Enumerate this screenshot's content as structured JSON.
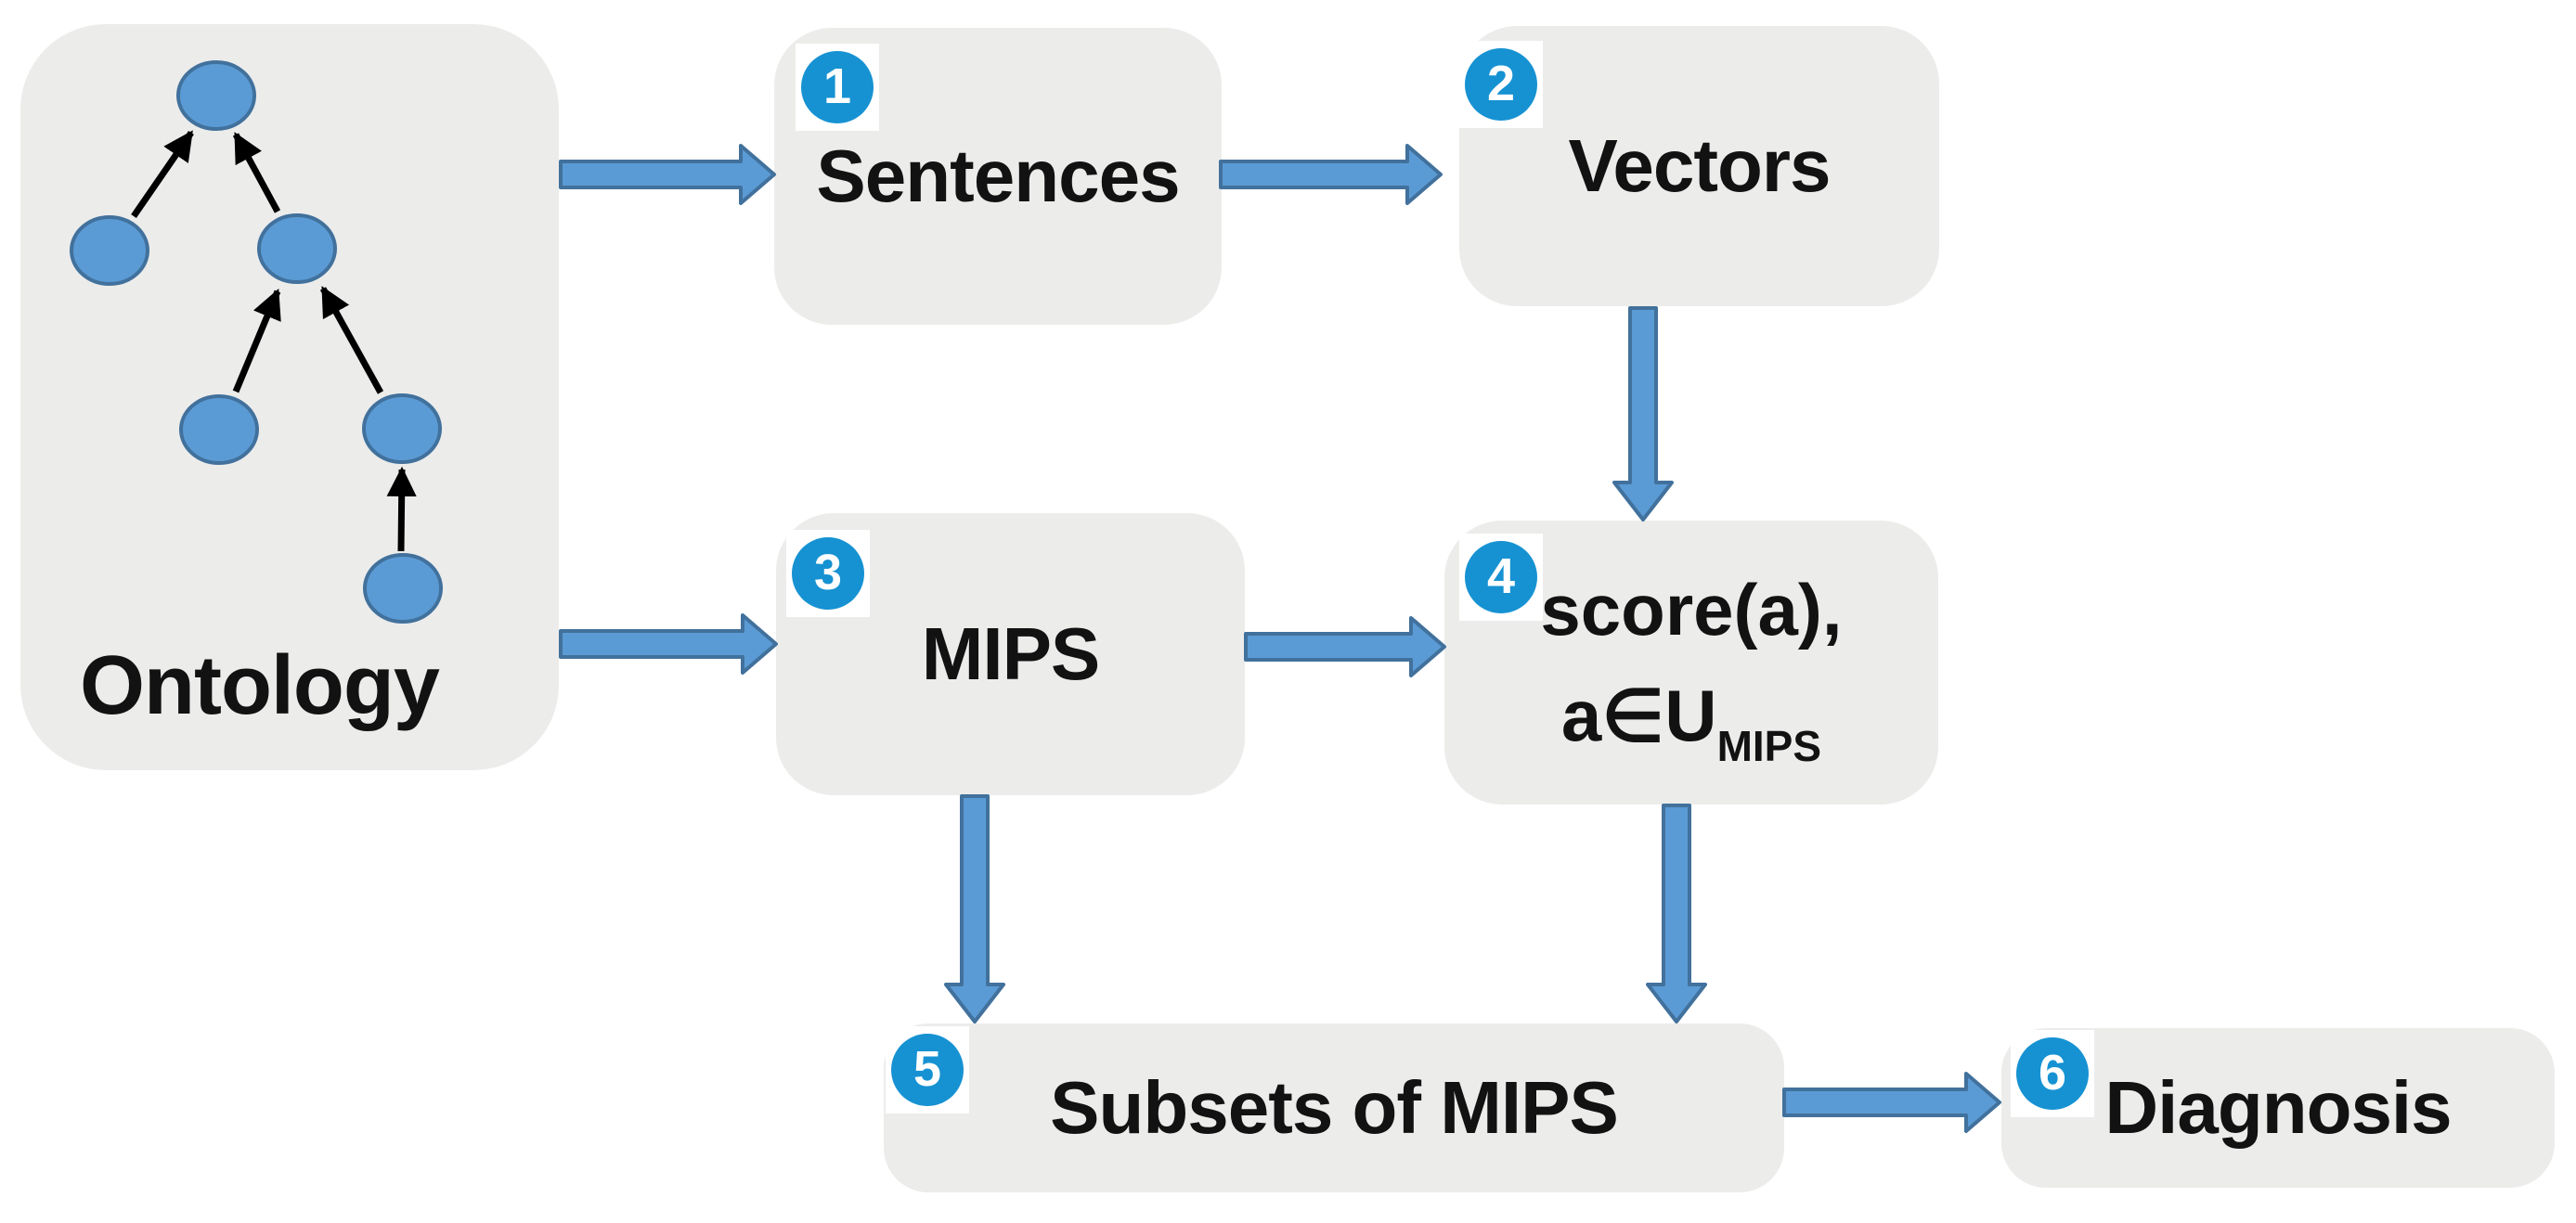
{
  "figure": {
    "type": "flow-diagram",
    "background": "#ffffff"
  },
  "colors": {
    "box_fill": "#ececeb",
    "badge_fill": "#1692d2",
    "badge_text": "#ffffff",
    "label_text": "#121212",
    "arrow_fill": "#5b9bd5",
    "arrow_border": "#41719c",
    "tree_node_fill": "#5b9bd5",
    "tree_node_border": "#41719c",
    "tree_edge": "#000000"
  },
  "boxes": {
    "ontology": {
      "label": "Ontology"
    },
    "sentences": {
      "badge": "1",
      "label": "Sentences"
    },
    "vectors": {
      "badge": "2",
      "label": "Vectors"
    },
    "mips": {
      "badge": "3",
      "label": "MIPS"
    },
    "score": {
      "badge": "4",
      "line1": "score(a),",
      "line2_main": "a∈U",
      "line2_sub": "MIPS"
    },
    "subsets": {
      "badge": "5",
      "label": "Subsets of MIPS"
    },
    "diagnosis": {
      "badge": "6",
      "label": "Diagnosis"
    }
  },
  "ontology_tree": {
    "node_count": 6,
    "edges_child_to_parent": [
      [
        "left-child",
        "root"
      ],
      [
        "mid-child",
        "root"
      ],
      [
        "lower-left",
        "mid-child"
      ],
      [
        "lower-right",
        "mid-child"
      ],
      [
        "bottom",
        "lower-right"
      ]
    ]
  },
  "flow_connections": [
    "ontology→sentences",
    "sentences→vectors",
    "vectors→score",
    "ontology→mips",
    "mips→score",
    "mips→subsets",
    "score→subsets",
    "subsets→diagnosis"
  ]
}
